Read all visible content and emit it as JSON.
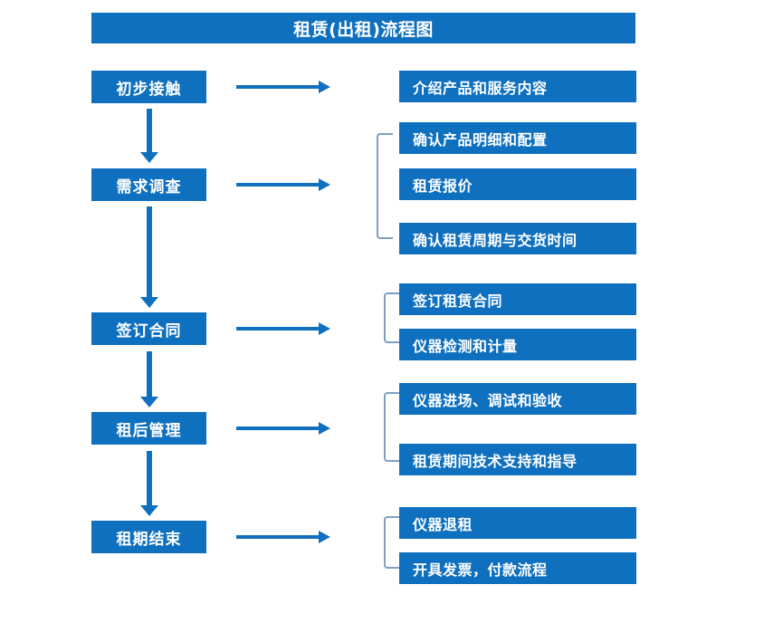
{
  "title": "租赁(出租)流程图",
  "colors": {
    "primary_blue": "#0f70bf",
    "arrow_blue": "#1070bf",
    "bracket_blue": "#7f9fc2",
    "box_text": "#ffffff",
    "background": "#ffffff"
  },
  "stages": [
    {
      "label": "初步接触"
    },
    {
      "label": "需求调查"
    },
    {
      "label": "签订合同"
    },
    {
      "label": "租后管理"
    },
    {
      "label": "租期结束"
    }
  ],
  "details": [
    {
      "label": "介绍产品和服务内容"
    },
    {
      "label": "确认产品明细和配置"
    },
    {
      "label": "租赁报价"
    },
    {
      "label": "确认租赁周期与交货时间"
    },
    {
      "label": "签订租赁合同"
    },
    {
      "label": "仪器检测和计量"
    },
    {
      "label": "仪器进场、调试和验收"
    },
    {
      "label": "租赁期间技术支持和指导"
    },
    {
      "label": "仪器退租"
    },
    {
      "label": "开具发票，付款流程"
    }
  ],
  "groups": [
    {
      "stage": "需求调查",
      "items": [
        "确认产品明细和配置",
        "租赁报价",
        "确认租赁周期与交货时间"
      ]
    },
    {
      "stage": "签订合同",
      "items": [
        "签订租赁合同",
        "仪器检测和计量"
      ]
    },
    {
      "stage": "租后管理",
      "items": [
        "仪器进场、调试和验收",
        "租赁期间技术支持和指导"
      ]
    },
    {
      "stage": "租期结束",
      "items": [
        "仪器退租",
        "开具发票，付款流程"
      ]
    }
  ]
}
